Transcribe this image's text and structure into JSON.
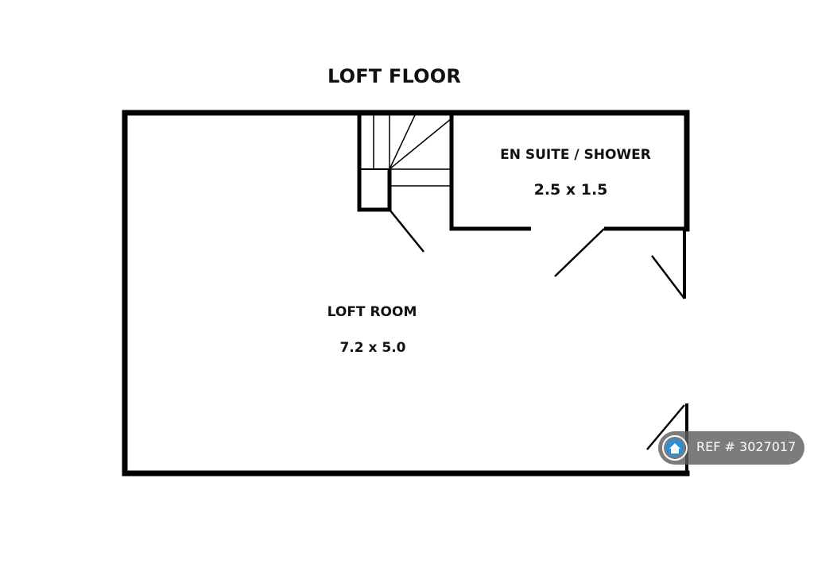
{
  "title": "LOFT FLOOR",
  "rooms": {
    "ensuite": {
      "name": "EN SUITE / SHOWER",
      "dimensions": "2.5 x 1.5"
    },
    "loft_room": {
      "name": "LOFT ROOM",
      "dimensions": "7.2 x 5.0"
    }
  },
  "reference": {
    "label": "REF # 3027017",
    "icon": "house-icon"
  },
  "colors": {
    "walls": "#000000",
    "badge": "#5f5f5f",
    "badge_text": "#ffffff"
  }
}
